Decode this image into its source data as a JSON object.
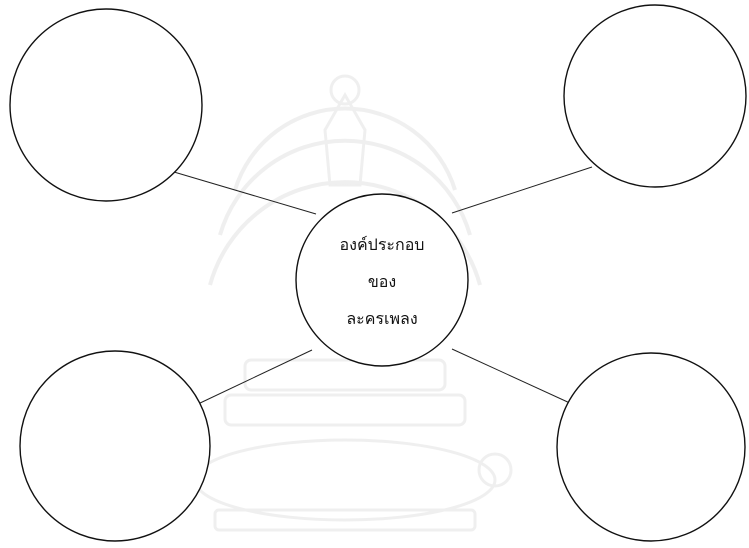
{
  "diagram": {
    "center_node": {
      "lines": [
        "องค์ประกอบ",
        "ของ",
        "ละครเพลง"
      ]
    },
    "outer_nodes": [
      {
        "id": "top-left",
        "text": ""
      },
      {
        "id": "top-right",
        "text": ""
      },
      {
        "id": "bottom-left",
        "text": ""
      },
      {
        "id": "bottom-right",
        "text": ""
      }
    ],
    "colors": {
      "stroke": "#111111",
      "background": "#ffffff",
      "watermark": "#555555"
    }
  }
}
